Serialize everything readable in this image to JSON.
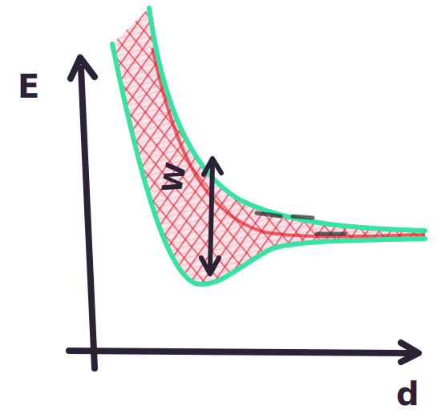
{
  "diagram": {
    "labels": [
      "E",
      "d",
      "W"
    ]
  }
}
